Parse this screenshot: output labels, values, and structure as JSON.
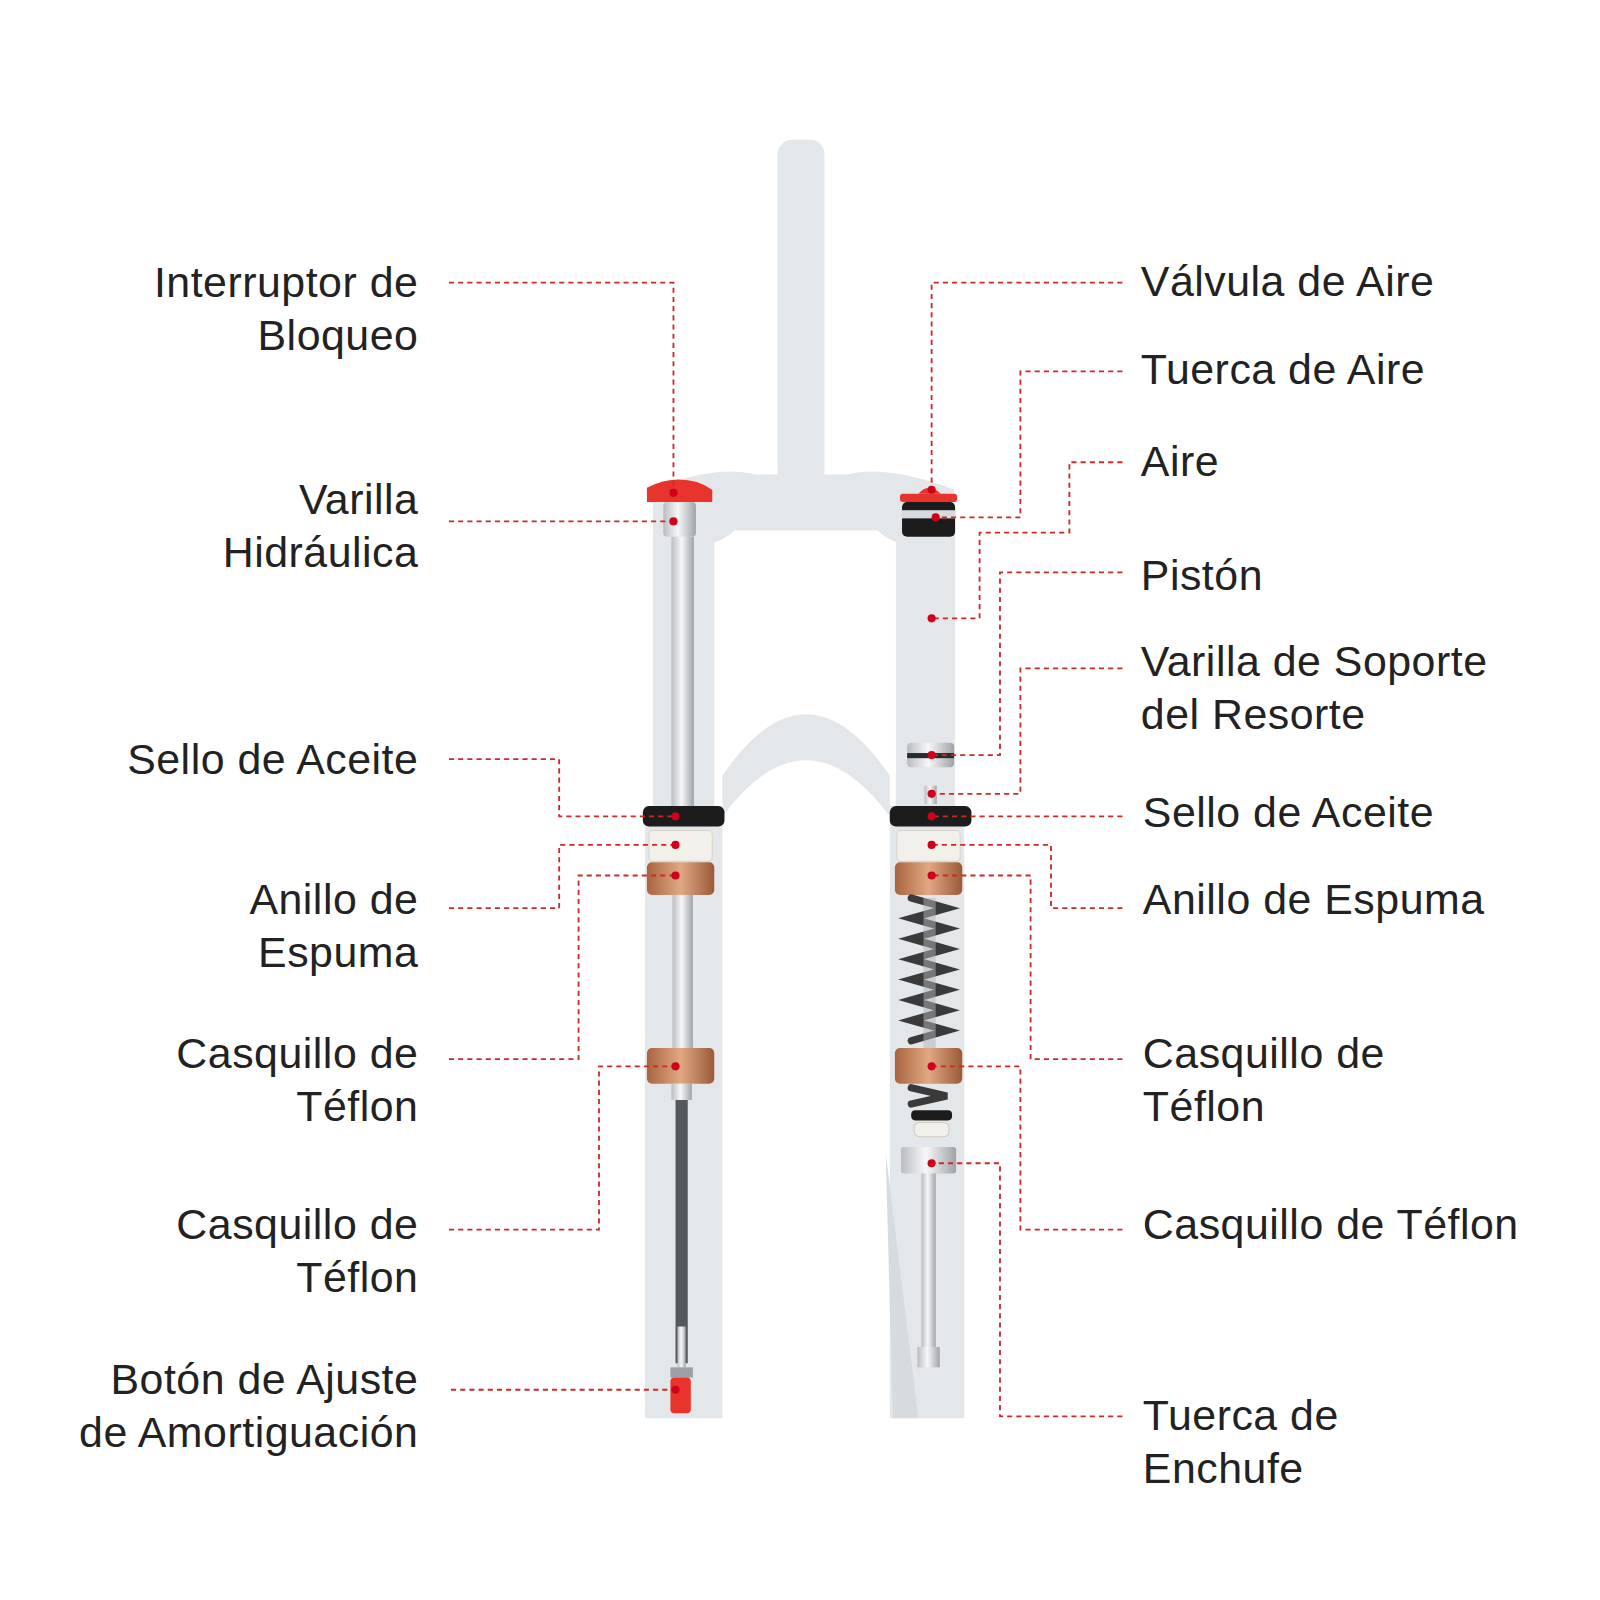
{
  "diagram": {
    "labels": [
      "Interruptor de Bloqueo",
      "Varilla Hidráulica",
      "Sello de Aceite",
      "Anillo de Espuma",
      "Casquillo de Téflon",
      "Casquillo de Téflon",
      "Botón de Ajuste de Amortiguación",
      "Válvula de Aire",
      "Tuerca de Aire",
      "Aire",
      "Pistón",
      "Varilla de Soporte del Resorte",
      "Sello de Aceite",
      "Anillo de Espuma",
      "Casquillo de Téflon",
      "Casquillo de Téflon",
      "Tuerca de Enchufe"
    ]
  }
}
